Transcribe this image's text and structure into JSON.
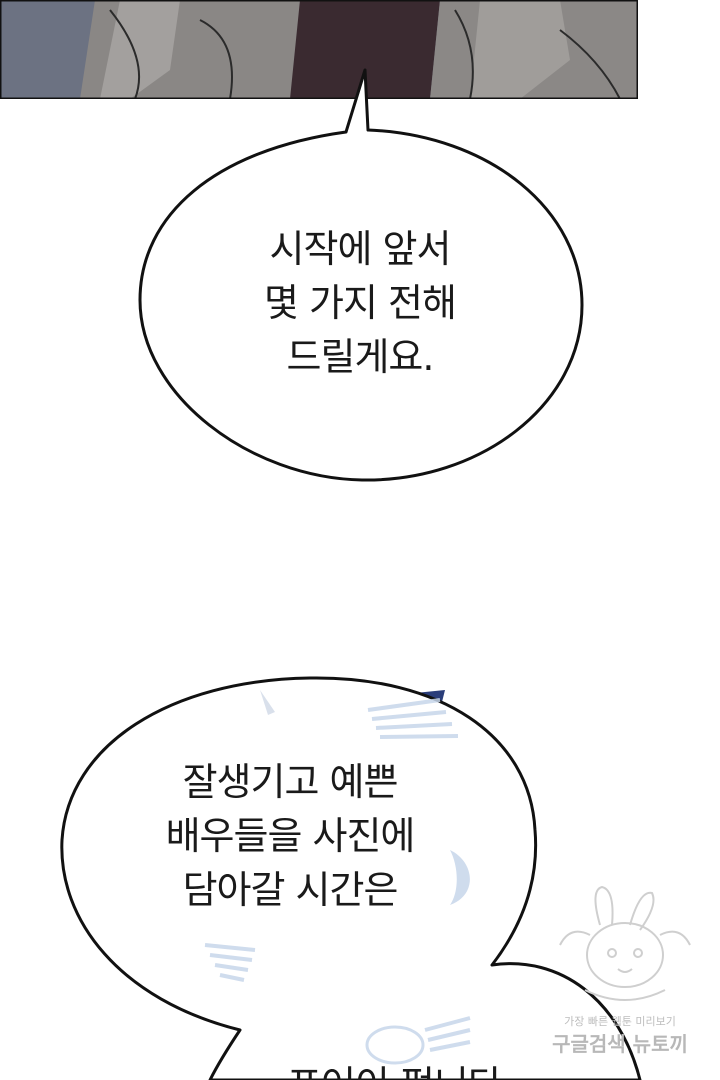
{
  "panel_top": {
    "description": "cropped comic art"
  },
  "bubble_1": {
    "lines": [
      "시작에 앞서",
      "몇 가지 전해",
      "드릴게요."
    ]
  },
  "bubble_2": {
    "lines": [
      "잘생기고 예쁜",
      "배우들을 사진에",
      "담아갈 시간은"
    ]
  },
  "bubble_3": {
    "partial_line": "…프어이 펑니다"
  },
  "watermark": {
    "line1": "가장 빠른 웹툰 미리보기",
    "line2": "구글검색 뉴토끼"
  },
  "colors": {
    "outline": "#111111",
    "art_gray": "#6e6c6b",
    "art_dark": "#3a2a30",
    "deco_blue": "#c7d6ea"
  }
}
